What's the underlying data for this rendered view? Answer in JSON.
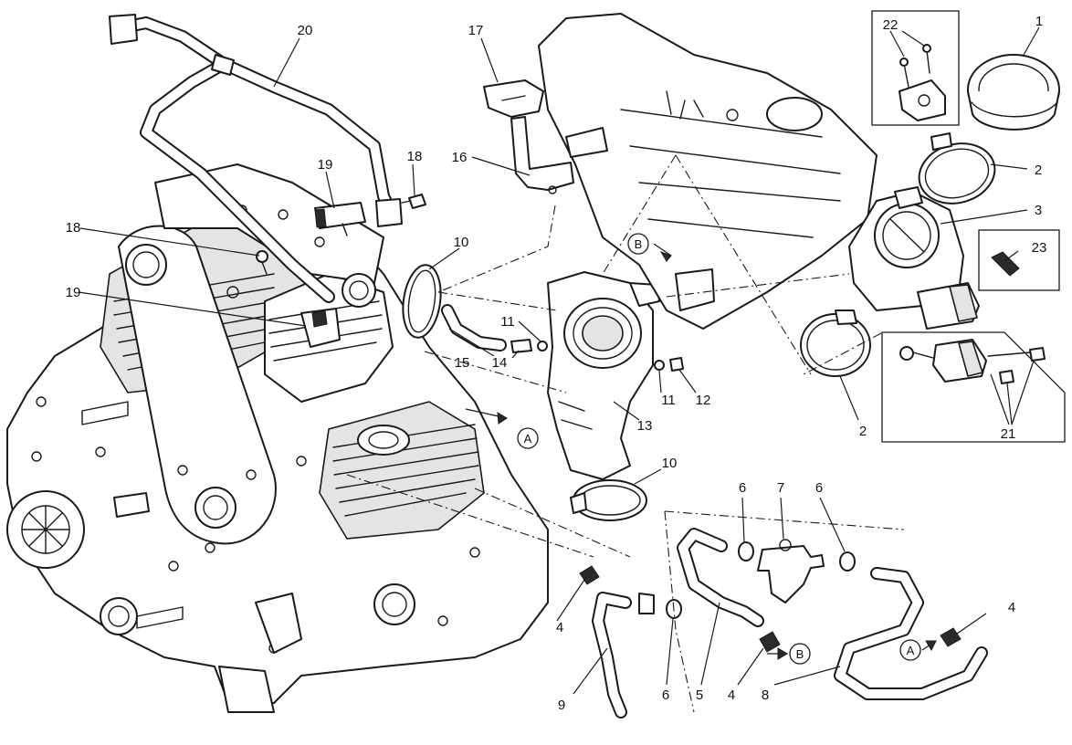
{
  "callouts": {
    "c1": "1",
    "c2a": "2",
    "c2b": "2",
    "c3": "3",
    "c4a": "4",
    "c4b": "4",
    "c4c": "4",
    "c5": "5",
    "c6a": "6",
    "c6b": "6",
    "c6c": "6",
    "c7": "7",
    "c8": "8",
    "c9": "9",
    "c10a": "10",
    "c10b": "10",
    "c11a": "11",
    "c11b": "11",
    "c12": "12",
    "c13": "13",
    "c14": "14",
    "c15": "15",
    "c16": "16",
    "c17": "17",
    "c18a": "18",
    "c18b": "18",
    "c19a": "19",
    "c19b": "19",
    "c20": "20",
    "c21": "21",
    "c22": "22",
    "c23": "23"
  },
  "refs": {
    "a1": "A",
    "a2": "A",
    "b1": "B",
    "b2": "B"
  }
}
